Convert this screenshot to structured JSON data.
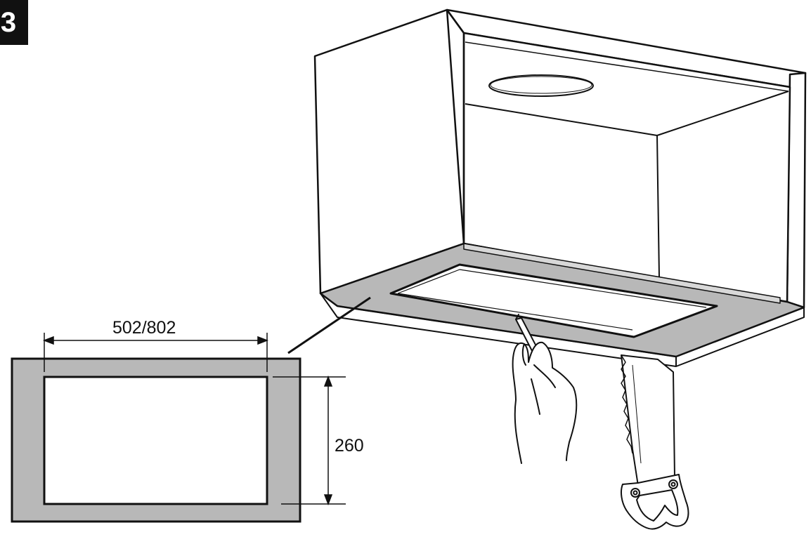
{
  "step": "3",
  "cutout": {
    "width_label": "502/802",
    "height_label": "260"
  },
  "colors": {
    "line": "#111111",
    "frame_fill": "#b8b8b8",
    "background": "#ffffff"
  },
  "icons": {
    "hand_with_pencil": "hand-pencil-icon",
    "saw": "saw-icon"
  }
}
